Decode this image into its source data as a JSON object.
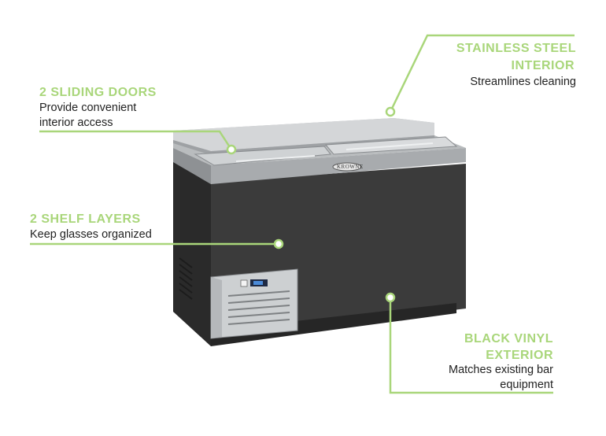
{
  "callouts": {
    "stainless": {
      "title_line1": "STAINLESS STEEL",
      "title_line2": "INTERIOR",
      "desc": "Streamlines cleaning"
    },
    "doors": {
      "title": "2 SLIDING DOORS",
      "desc_line1": "Provide convenient",
      "desc_line2": "interior access"
    },
    "shelves": {
      "title": "2 SHELF LAYERS",
      "desc": "Keep glasses organized"
    },
    "vinyl": {
      "title_line1": "BLACK VINYL",
      "title_line2": "EXTERIOR",
      "desc_line1": "Matches existing bar",
      "desc_line2": "equipment"
    }
  },
  "product": {
    "logo": "KROWNE"
  },
  "colors": {
    "accent": "#a9d67a",
    "cabinet": "#3a3a3a",
    "steel": "#c9c9c9",
    "text": "#222222"
  }
}
